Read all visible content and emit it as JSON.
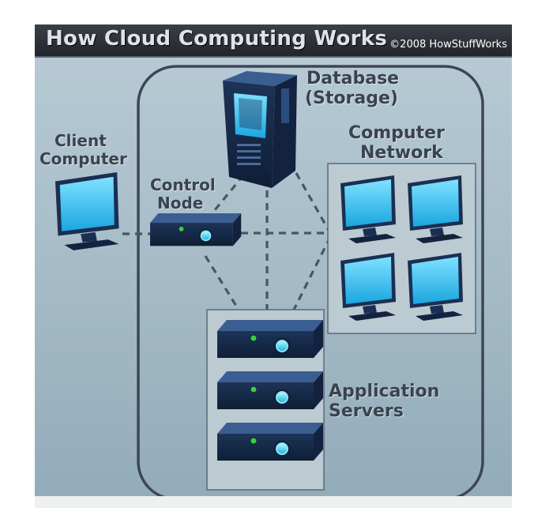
{
  "header": {
    "title": "How Cloud Computing Works",
    "credit": "©2008 HowStuffWorks"
  },
  "labels": {
    "database_line1": "Database",
    "database_line2": "(Storage)",
    "client_line1": "Client",
    "client_line2": "Computer",
    "control_line1": "Control",
    "control_line2": "Node",
    "network_line1": "Computer",
    "network_line2": "Network",
    "appservers_line1": "Application",
    "appservers_line2": "Servers"
  },
  "colors": {
    "background": "#a8bdc8",
    "banner": "#2b2f37",
    "cloud_border": "#3d4656",
    "server_blue": "#1f3a63",
    "screen_blue": "#2fb8ee",
    "status_led": "#3bd13b",
    "connector": "#4a5563"
  },
  "icons": [
    "monitor-icon",
    "tower-server-icon",
    "rack-server-icon"
  ]
}
